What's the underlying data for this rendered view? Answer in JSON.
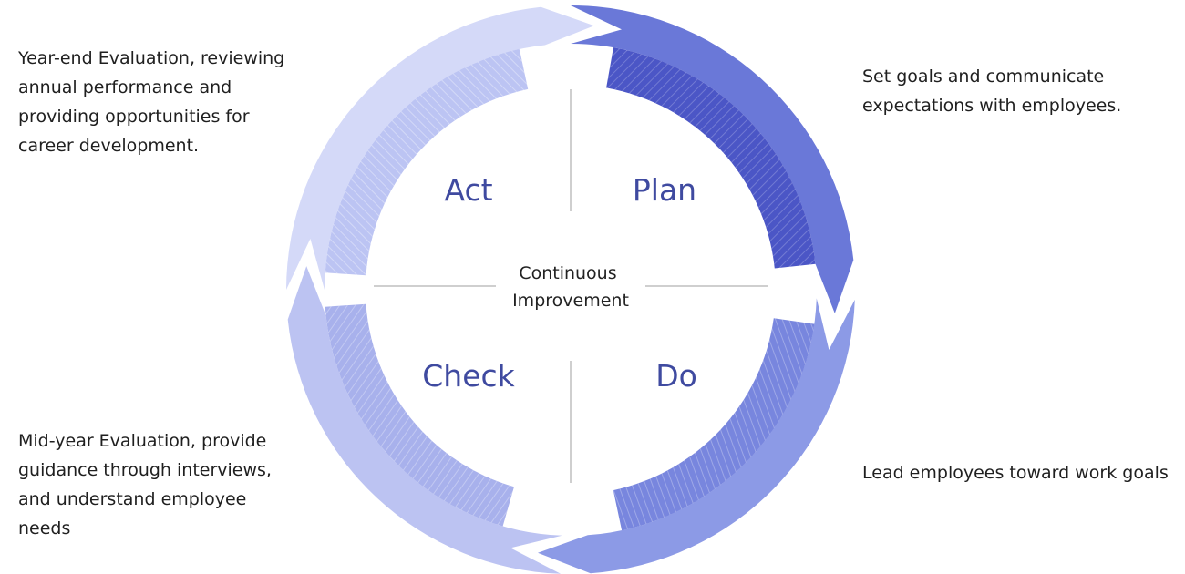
{
  "center_label": "Continuous\nImprovement",
  "colors": {
    "plan_outer": "#6a78d8",
    "plan_inner": "#4b56c6",
    "do_outer": "#8c9ae6",
    "do_inner": "#7886de",
    "check_outer": "#bcc3f2",
    "check_inner": "#a8b1ec",
    "act_outer": "#d4d9f8",
    "act_inner": "#bcc4f3",
    "phase_text": "#3f4aa0",
    "divider": "#cfcfcf"
  },
  "phases": [
    {
      "id": "plan",
      "label": "Plan",
      "description": "Set goals and communicate\nexpectations with employees."
    },
    {
      "id": "do",
      "label": "Do",
      "description": "Lead employees toward work goals"
    },
    {
      "id": "check",
      "label": "Check",
      "description": "Mid-year Evaluation, provide\nguidance through interviews,\nand understand employee\nneeds"
    },
    {
      "id": "act",
      "label": "Act",
      "description": "Year-end Evaluation, reviewing\nannual performance and\nproviding opportunities for\ncareer development."
    }
  ]
}
